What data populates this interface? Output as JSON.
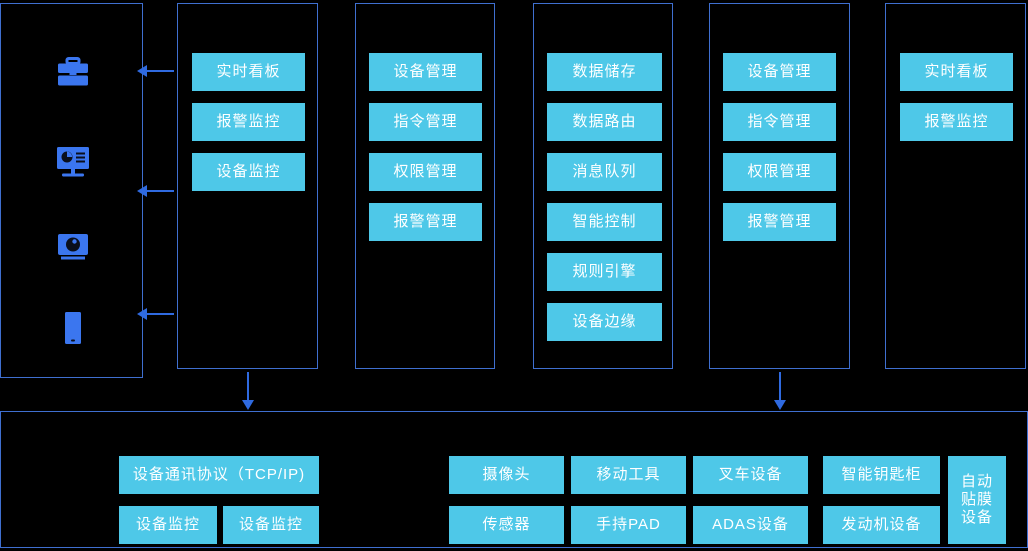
{
  "theme": {
    "background": "#000000",
    "panel_border": "#3f6fd0",
    "chip_fill": "#4ec8e8",
    "chip_text": "#ffffff",
    "icon_color": "#3b76ef",
    "arrow_color": "#2f6ae0"
  },
  "icon_panel": {
    "icons": [
      {
        "name": "briefcase-icon",
        "label": "briefcase"
      },
      {
        "name": "desktop-dashboard-icon",
        "label": "desktop-monitor-chart"
      },
      {
        "name": "projector-camera-icon",
        "label": "projector-camera"
      },
      {
        "name": "mobile-phone-icon",
        "label": "mobile-phone"
      }
    ]
  },
  "columns": [
    {
      "id": "column-1",
      "items": [
        "实时看板",
        "报警监控",
        "设备监控"
      ]
    },
    {
      "id": "column-2",
      "items": [
        "设备管理",
        "指令管理",
        "权限管理",
        "报警管理"
      ]
    },
    {
      "id": "column-3",
      "items": [
        "数据储存",
        "数据路由",
        "消息队列",
        "智能控制",
        "规则引擎",
        "设备边缘"
      ]
    },
    {
      "id": "column-4",
      "items": [
        "设备管理",
        "指令管理",
        "权限管理",
        "报警管理"
      ]
    },
    {
      "id": "column-5",
      "items": [
        "实时看板",
        "报警监控"
      ]
    }
  ],
  "bottom_panel": {
    "protocol_group": {
      "protocol": "设备通讯协议（TCP/IP)",
      "row2": [
        "设备监控",
        "设备监控"
      ]
    },
    "device_group": {
      "row1": [
        "摄像头",
        "移动工具",
        "叉车设备",
        "智能钥匙柜"
      ],
      "row2": [
        "传感器",
        "手持PAD",
        "ADAS设备",
        "发动机设备"
      ],
      "tall": [
        "自动",
        "贴膜",
        "设备"
      ]
    }
  }
}
